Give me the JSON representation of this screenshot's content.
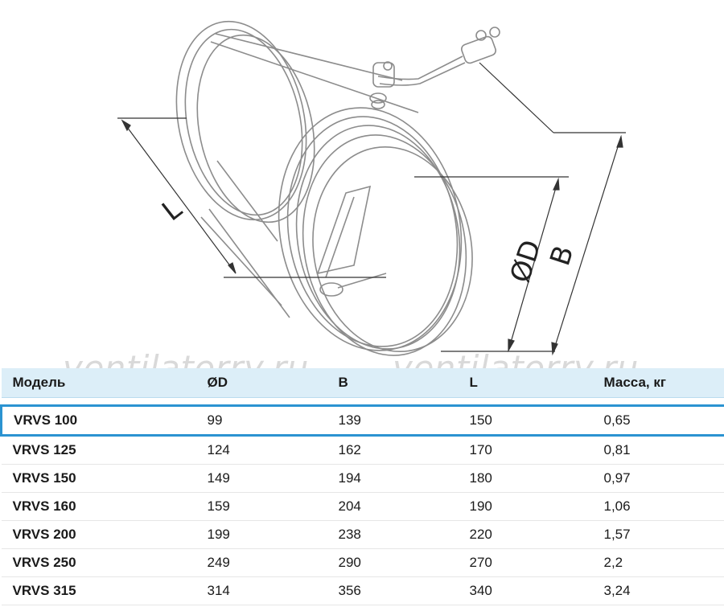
{
  "drawing": {
    "dimension_labels": {
      "L": "L",
      "D": "ØD",
      "B": "B"
    }
  },
  "watermark": "ventilatorry.ru",
  "table": {
    "headers": [
      "Модель",
      "ØD",
      "B",
      "L",
      "Масса, кг"
    ],
    "rows": [
      [
        "VRVS 100",
        "99",
        "139",
        "150",
        "0,65"
      ],
      [
        "VRVS 125",
        "124",
        "162",
        "170",
        "0,81"
      ],
      [
        "VRVS 150",
        "149",
        "194",
        "180",
        "0,97"
      ],
      [
        "VRVS 160",
        "159",
        "204",
        "190",
        "1,06"
      ],
      [
        "VRVS 200",
        "199",
        "238",
        "220",
        "1,57"
      ],
      [
        "VRVS 250",
        "249",
        "290",
        "270",
        "2,2"
      ],
      [
        "VRVS 315",
        "314",
        "356",
        "340",
        "3,24"
      ]
    ],
    "highlighted_row": 0
  },
  "colors": {
    "header_bg": "#dceef8",
    "highlight_border": "#2b93d1"
  }
}
